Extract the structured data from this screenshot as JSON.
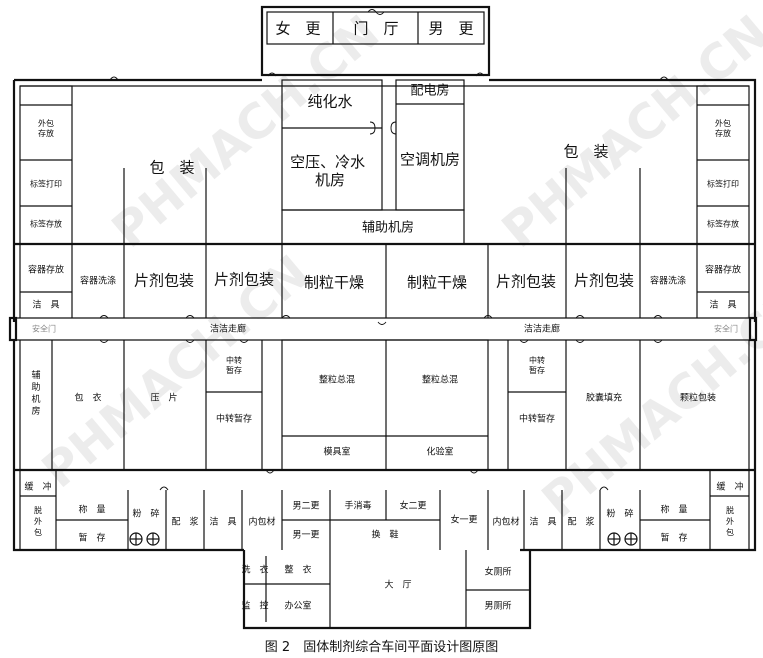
{
  "entrance": {
    "women_change": "女　更",
    "lobby": "门　厅",
    "men_change": "男　更"
  },
  "center_top": {
    "pure_water": "纯化水",
    "compressor": "空压、冷水\n机房",
    "power_room": "配电房",
    "hvac_room": "空调机房",
    "aux_machine": "辅助机房"
  },
  "left_wing_top": {
    "outer_pkg_store": "外包\n存放",
    "label_print": "标签打印",
    "label_store": "标签存放",
    "packaging": "包　装"
  },
  "right_wing_top": {
    "outer_pkg_store": "外包\n存放",
    "label_print": "标签打印",
    "label_store": "标签存放",
    "packaging": "包　装"
  },
  "clean_row": {
    "container_store_l": "容器存放",
    "container_wash_l": "容器洗涤",
    "tablet_pack_1": "片剂包装",
    "tablet_pack_2": "片剂包装",
    "granulate_dry_1": "制粒干燥",
    "granulate_dry_2": "制粒干燥",
    "tablet_pack_3": "片剂包装",
    "tablet_pack_4": "片剂包装",
    "container_wash_r": "容器洗涤",
    "container_store_r": "容器存放",
    "clean_tools_l": "洁　具",
    "clean_tools_r": "洁　具"
  },
  "corridor": {
    "safety_door_l": "安全门",
    "corridor_l": "洁洁走廊",
    "corridor_r": "洁洁走廊",
    "safety_door_r": "安全门"
  },
  "lower_clean": {
    "aux_room": "辅\n助\n机\n房",
    "coating": "包　衣",
    "pressing": "压　片",
    "transfer_l": "中转\n暂存",
    "transfer_store_l": "中转暂存",
    "mix_1": "整粒总混",
    "mix_2": "整粒总混",
    "mold_room": "模具室",
    "lab": "化验室",
    "transfer_r": "中转\n暂存",
    "transfer_store_r": "中转暂存",
    "capsule": "胶囊填充",
    "granule_pack": "颗粒包装"
  },
  "bottom_row": {
    "buffer_l": "缓　冲",
    "unpack_l": "脱\n外\n包",
    "weigh_l": "称　量",
    "temp_l": "暂　存",
    "crush_l": "粉　碎",
    "dispense_l": "配　浆",
    "clean_tools_l": "洁　具",
    "inner_pkg_l": "内包材",
    "men2_top": "男二更",
    "men1": "男一更",
    "hand_wash": "手消毒",
    "women2": "女二更",
    "change_shoe": "换　鞋",
    "women1": "女一更",
    "inner_pkg_r": "内包材",
    "clean_tools_r": "洁　具",
    "dispense_r": "配　浆",
    "crush_r": "粉　碎",
    "weigh_r": "称　量",
    "temp_r": "暂　存",
    "buffer_r": "缓　冲",
    "unpack_r": "脱\n外\n包"
  },
  "annex": {
    "laundry": "洗　衣",
    "dress": "整　衣",
    "monitor": "监　控",
    "office": "办公室",
    "hall": "大　厅",
    "women_wc": "女厕所",
    "men_wc": "男厕所"
  },
  "watermark": "PHMACH.CN",
  "caption": "图 2　固体制剂综合车间平面设计图原图"
}
